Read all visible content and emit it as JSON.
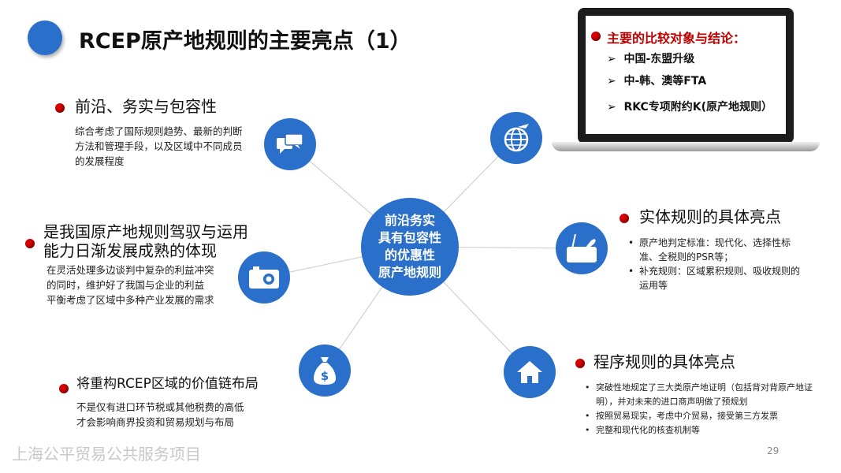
{
  "title": "RCEP原产地规则的主要亮点（1）",
  "center": {
    "lines": [
      "前沿务实",
      "具有包容性",
      "的优惠性",
      "原产地规则"
    ]
  },
  "left_top": {
    "heading": "前沿、务实与包容性",
    "text": "综合考虑了国际规则趋势、最新的判断方法和管理手段，以及区域中不同成员的发展程度"
  },
  "left_mid": {
    "heading_lines": [
      "是我国原产地规则驾驭与运用",
      "能力日渐发展成熟的体现"
    ],
    "text_lines": [
      "在灵活处理多边谈判中复杂的利益冲突",
      "的同时，维护好了我国与企业的利益",
      "平衡考虑了区域中多种产业发展的需求"
    ]
  },
  "left_bottom": {
    "heading": "将重构RCEP区域的价值链布局",
    "text_lines": [
      "不是仅有进口环节税或其他税费的高低",
      "才会影响商界投资和贸易规划与布局"
    ]
  },
  "laptop": {
    "heading": "主要的比较对象与结论：",
    "items": [
      "中国-东盟升级",
      "中-韩、澳等FTA",
      "RKC专项附约K(原产地规则）"
    ]
  },
  "right_mid": {
    "heading": "实体规则的具体亮点",
    "items": [
      "原产地判定标准：现代化、选择性标准、全税则的PSR等；",
      "补充规则：区域累积规则、吸收规则的运用等"
    ]
  },
  "right_bottom": {
    "heading": "程序规则的具体亮点",
    "items": [
      "突破性地规定了三大类原产地证明（包括背对背原产地证明），并对未来的进口商声明做了预规划",
      "按照贸易现实，考虑中介贸易，接受第三方发票",
      "完整和现代化的核查机制等"
    ]
  },
  "footer": "上海公平贸易公共服务项目",
  "page_number": "29",
  "colors": {
    "accent": "#2a6fc9",
    "bullet": "#d90000"
  }
}
